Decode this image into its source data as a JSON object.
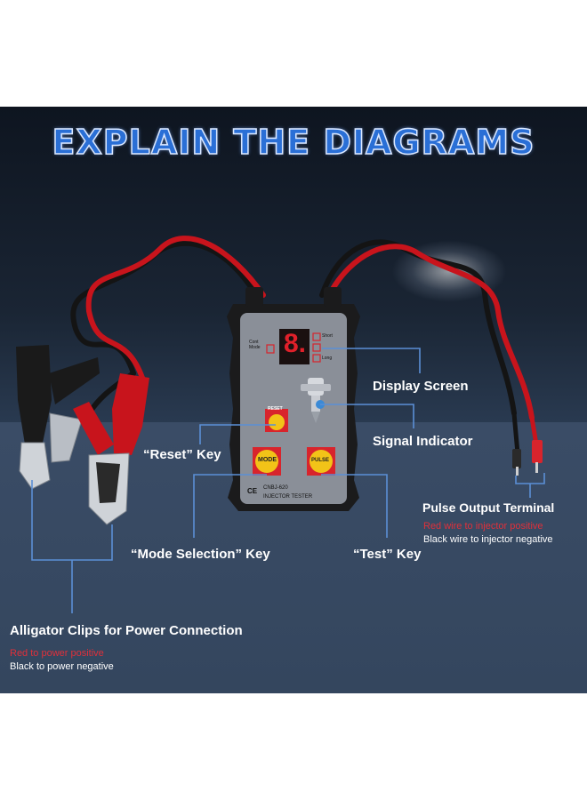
{
  "title": "EXPLAIN THE DIAGRAMS",
  "device": {
    "labels": {
      "cont_mode": "Cont\nMode",
      "short": "Short",
      "long": "Long",
      "reset": "RESET",
      "mode": "MODE",
      "pulse": "PULSE",
      "model": "CNBJ-620",
      "name": "INJECTOR TESTER",
      "ce": "CE",
      "display_digit": "8."
    }
  },
  "callouts": {
    "display_screen": "Display Screen",
    "signal_indicator": "Signal Indicator",
    "reset_key": "“Reset” Key",
    "mode_key": "“Mode Selection” Key",
    "test_key": "“Test” Key",
    "pulse_output": {
      "title": "Pulse Output Terminal",
      "red_note": "Red wire to injector positive",
      "black_note": "Black wire to injector negative"
    },
    "alligator": {
      "title": "Alligator Clips for Power Connection",
      "red_note": "Red to power positive",
      "black_note": "Black to power negative"
    }
  },
  "colors": {
    "title_fill": "#2a6fd6",
    "callout_line": "#5b8fd6",
    "wire_red": "#c8141c",
    "wire_black": "#141414",
    "device_body": "#8a8f98",
    "note_red": "#e0303a"
  }
}
